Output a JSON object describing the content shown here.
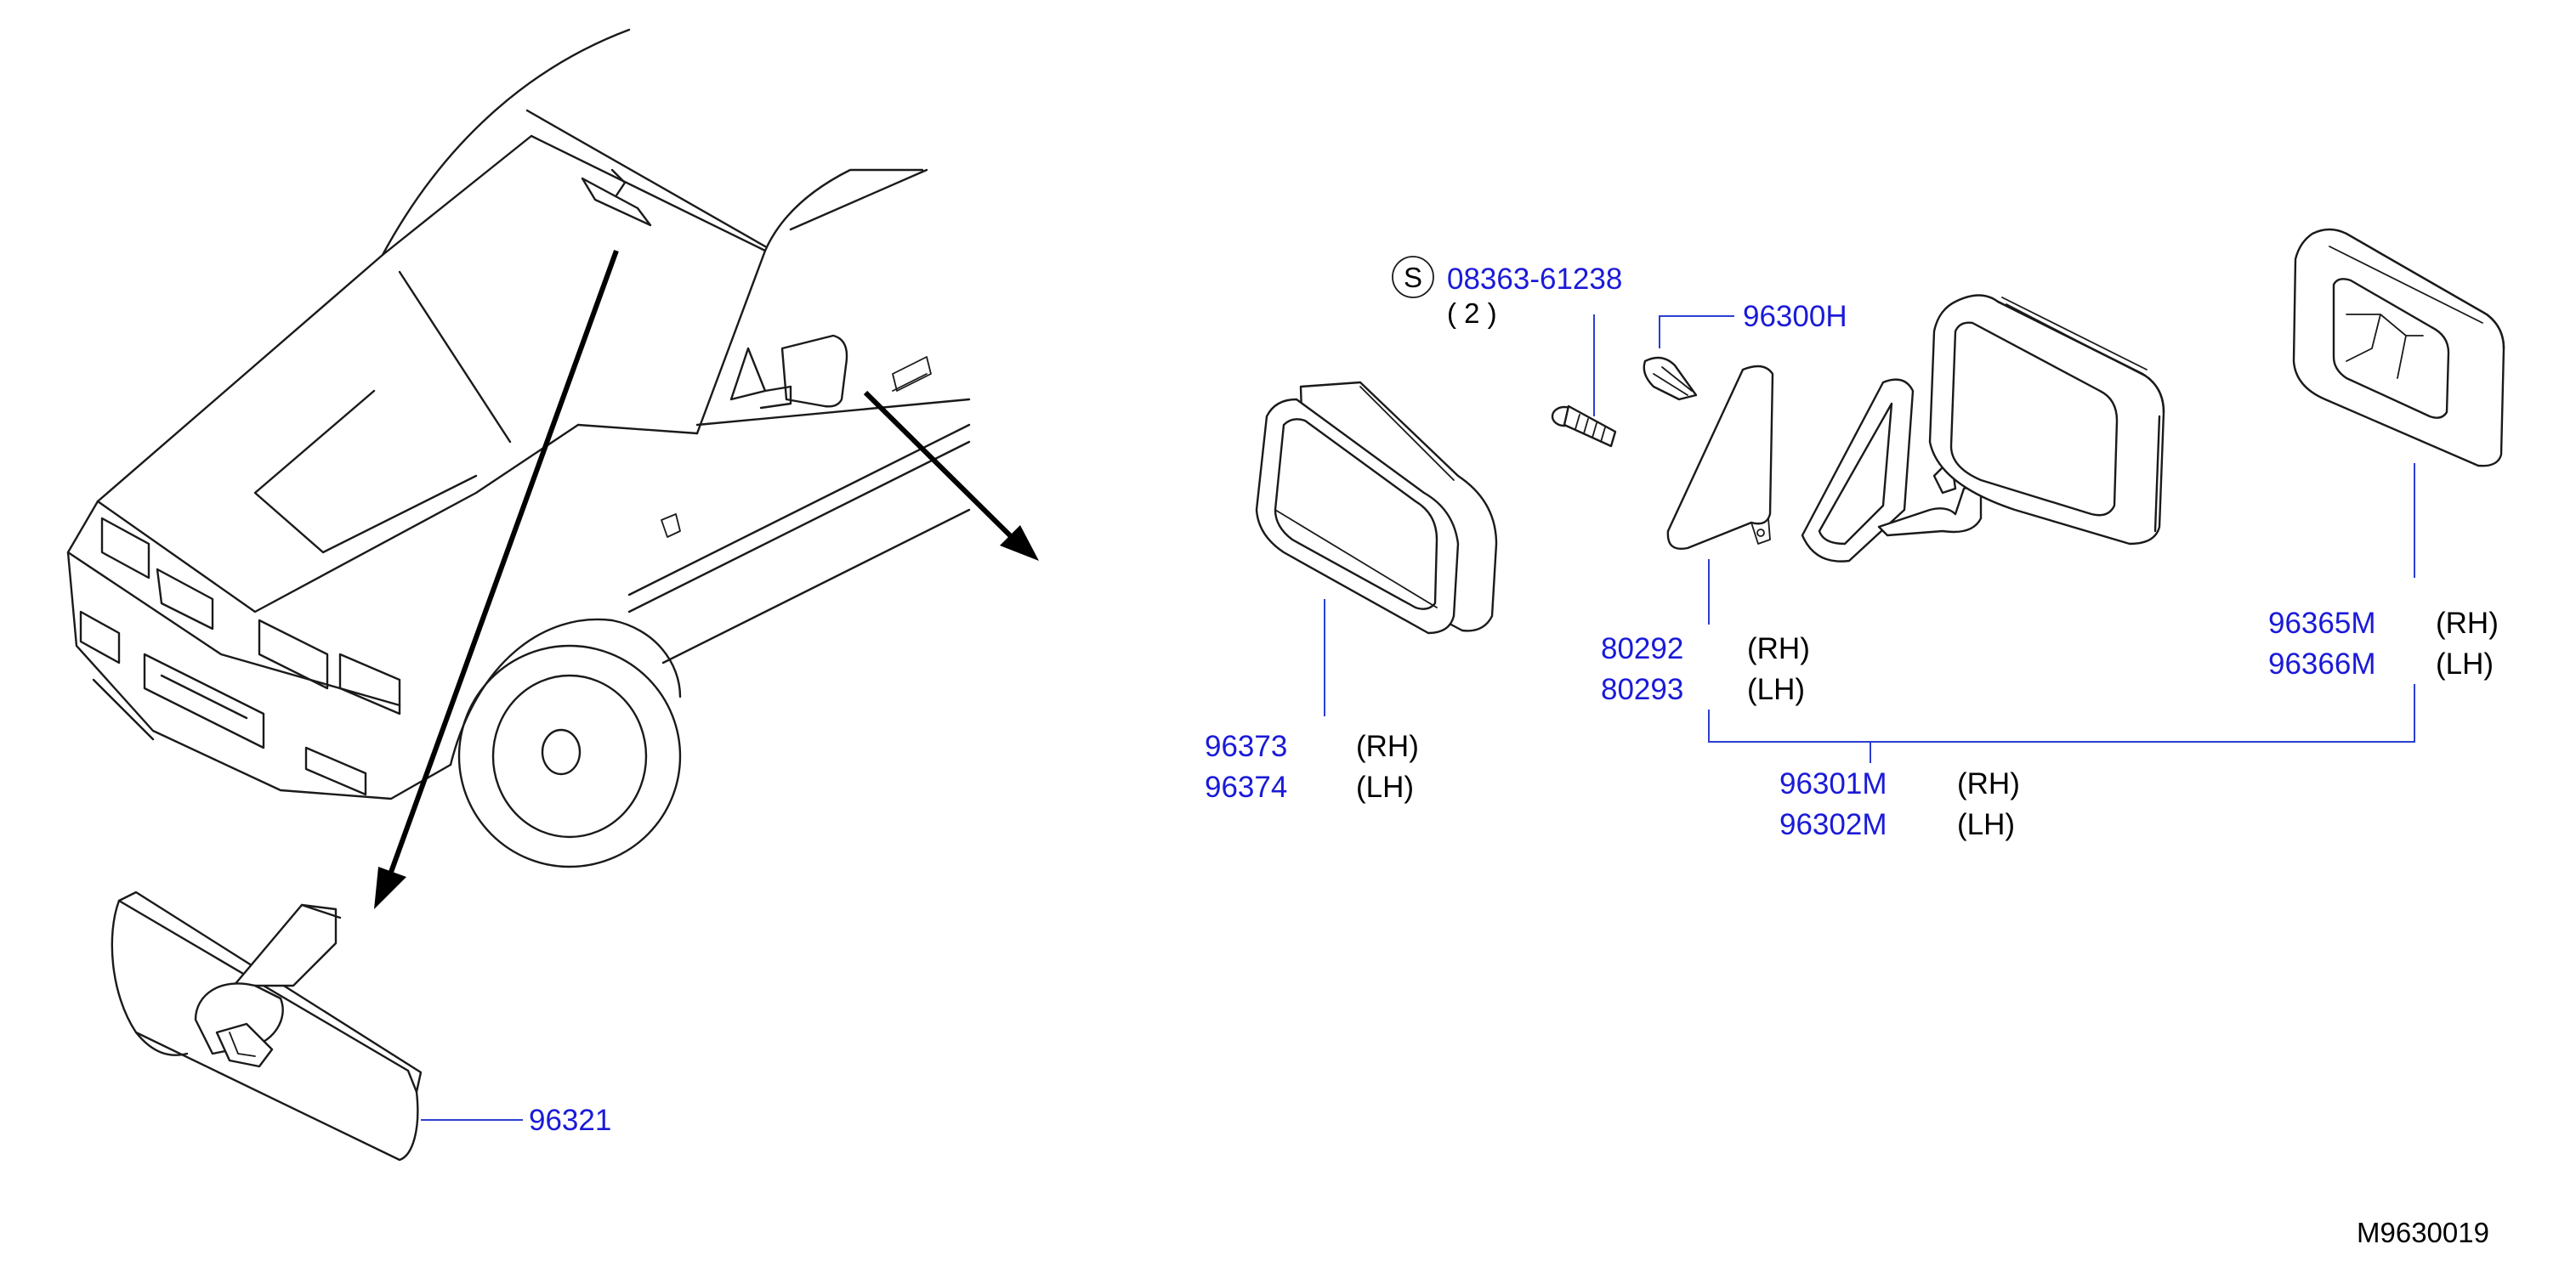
{
  "callouts": {
    "inside_mirror": "96321",
    "mirror_glass_rh": "96373",
    "mirror_glass_lh": "96374",
    "screw_symbol": "S",
    "screw": "08363-61238",
    "screw_qty": "( 2 )",
    "clip": "96300H",
    "cover_rh": "80292",
    "cover_lh": "80293",
    "finisher_rh": "96365M",
    "finisher_lh": "96366M",
    "door_mirror_rh": "96301M",
    "door_mirror_lh": "96302M"
  },
  "sides": {
    "rh": "(RH)",
    "lh": "(LH)"
  },
  "diagram_code": "M9630019",
  "colors": {
    "part_number": "#1a1ad8",
    "leader": "#2b3fd0",
    "line_art": "#1a1a1a"
  }
}
